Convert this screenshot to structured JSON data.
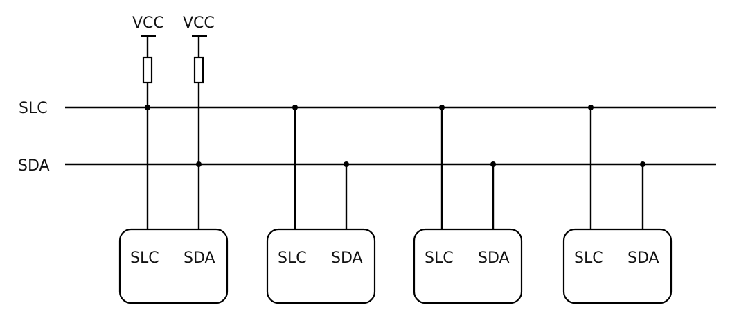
{
  "power": {
    "labels": [
      "VCC",
      "VCC"
    ]
  },
  "buses": {
    "clock_label": "SLC",
    "data_label": "SDA"
  },
  "devices": [
    {
      "pin_clock": "SLC",
      "pin_data": "SDA"
    },
    {
      "pin_clock": "SLC",
      "pin_data": "SDA"
    },
    {
      "pin_clock": "SLC",
      "pin_data": "SDA"
    },
    {
      "pin_clock": "SLC",
      "pin_data": "SDA"
    }
  ]
}
